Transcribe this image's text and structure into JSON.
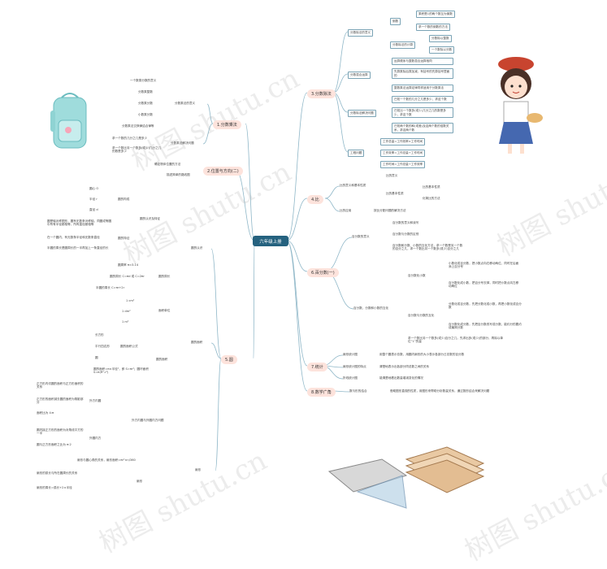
{
  "center": "六年级上册",
  "watermark": {
    "top_left": "树图 shutu.cn",
    "left": "树图 shutu.cn",
    "right": "树图 shutu.cn",
    "bottom_left": "树图 shutu.cn",
    "bottom_right": "树图 shutu.cn"
  },
  "colors": {
    "center_bg": "#25627f",
    "branch_line": "#8fb7c8",
    "pill_bg": "#fde3dc",
    "box_border": "#7aa3b5"
  },
  "left": {
    "b1": {
      "label": "1.分数乘法",
      "s1": {
        "label": "分数乘法的意义",
        "items": [
          "一个数乘分数的意义",
          "分数乘整数",
          "分数乘分数",
          "小数乘分数",
          "分数乘法交换律结合律等"
        ]
      },
      "s2": {
        "label": "分数乘法解决问题",
        "items": [
          "求一个数的几分之几是多少",
          "求一个数比另一个数多(或少)几分之几的数是多少"
        ]
      }
    },
    "b2": {
      "label": "2.位置与方向(二)",
      "items": [
        "确定物体位置的方法",
        "描述简单的路线图"
      ]
    },
    "b5": {
      "label": "5.圆",
      "s1": {
        "label": "圆的认识",
        "s1a": {
          "label": "圆的认识及特征",
          "g1": {
            "label": "圆的构成",
            "items": [
              "圆心 O",
              "半径 r",
              "直径 d"
            ]
          },
          "g2": {
            "label": "圆的特征",
            "items": [
              "圆是轴对称图形，圆有无数条对称轴，同圆或等圆中所有半径都相等，所有直径都相等",
              "在一个圆内，有无数条半径和无数条直径",
              "半圆的周长是圆周长的一半再加上一条直径的长"
            ]
          }
        },
        "s1b": {
          "label": "圆的周长",
          "items": [
            "圆周率 π≈3.14",
            "圆的周长 C=πd 或 C=2πr",
            "半圆的周长 C=πr+2r"
          ]
        }
      },
      "s2": {
        "label": "圆的面积",
        "s2a": {
          "label": "面积单位",
          "items": [
            "1 cm²",
            "1 dm²",
            "1 m²"
          ]
        },
        "s2b": {
          "label": "圆的面积",
          "g": {
            "label": "圆的面积公式",
            "items": [
              "长方形",
              "平行四边形",
              "圆"
            ]
          },
          "note": "圆的面积=π×半径²，即 S=πr²；圆环面积 S=π(R²-r²)"
        }
      },
      "s3": {
        "label": "扇形",
        "s3a": {
          "label": "外方内圆与外圆内方问题",
          "g1": {
            "label": "外方内圆",
            "items": [
              "正方形内切圆的面积与正方形面积的关系",
              "正方形的面积减去圆的面积为阴影部分",
              "面积比为 4:π"
            ]
          },
          "g2": {
            "label": "外圆内方",
            "items": [
              "圆内接正方形的面积为对角线平方的一半",
              "圆与正方形面积之比为 π:2"
            ]
          }
        },
        "s3b": {
          "label": "扇形",
          "items": [
            "扇形与圆心角的关系，扇形面积=πr²×n/360",
            "扇形的弧长与所在圆周长的关系",
            "扇形的周长=弧长+2×半径"
          ]
        }
      }
    }
  },
  "right": {
    "b3": {
      "label": "3.分数除法",
      "s1": {
        "label": "分数除法的意义",
        "a": {
          "label": "倒数",
          "items": [
            "乘积是1的两个数互为倒数",
            "求一个数的倒数的方法"
          ]
        },
        "b": {
          "label": "分数除法的计算",
          "items": [
            "分数除以整数",
            "一个数除以分数"
          ]
        }
      },
      "s2": {
        "label": "分数混合运算",
        "items": [
          "运算顺序与整数混合运算相同",
          "先算乘除后算加减，有括号的先算括号里面的",
          "整数乘法运算定律同样适用于分数乘法"
        ]
      },
      "s3": {
        "label": "分数除法解决问题",
        "items": [
          "已知一个数的几分之几是多少，求这个数",
          "已知比一个数多(或少)几分之几的数是多少，求这个数",
          "已知两个数的和(或差)及这两个数的倍数关系，求这两个数"
        ]
      },
      "s4": {
        "label": "工程问题",
        "items": [
          "工作总量=工作效率×工作时间",
          "工作效率=工作总量÷工作时间",
          "工作时间=工作总量÷工作效率"
        ]
      }
    },
    "b4": {
      "label": "4.比",
      "s1": {
        "label": "比的意义和基本性质",
        "items": [
          "比的意义",
          "比的基本性质"
        ],
        "sub": [
          "比的基本性质",
          "化简比的方法"
        ]
      },
      "s2": {
        "label": "比的应用",
        "items": [
          "按比分配问题的解决方法"
        ]
      }
    },
    "b6": {
      "label": "6.百分数(一)",
      "s1": {
        "label": "百分数的意义",
        "items": [
          "百分数的意义和读写",
          "百分数与分数的区别",
          "百分数和分数、小数的互化方法，求一个数是另一个数的百分之几，求一个数比另一个数多(或少)百分之几"
        ]
      },
      "s2": {
        "label": "百分数、分数和小数的互化",
        "g1": {
          "label": "百分数化小数",
          "items": [
            "小数化成百分数，把小数点向右移动两位，同时在后面添上百分号",
            "百分数化成小数，把百分号去掉，同时把小数点向左移动两位"
          ]
        },
        "g2": {
          "label": "百分数与分数的互化",
          "items": [
            "分数化成百分数，先把分数化成小数，再把小数化成百分数",
            "百分数化成分数，先把百分数改写成分数，能约分的要约成最简分数"
          ]
        },
        "note": "求一个数比另一个数多(或少)百分之几，先求出多(或少)的部分，再除以单位“1”的量"
      }
    },
    "b7": {
      "label": "7.统计",
      "items": [
        {
          "k": "扇形统计图",
          "v": "用整个圆表示总数，用圆内扇形的大小表示各部分占总数的百分数"
        },
        {
          "k": "扇形统计图的特点",
          "v": "清楚地表示出各部分同总数之间的关系"
        },
        {
          "k": "折线统计图",
          "v": "能清楚地看出数量增减变化的情况"
        }
      ]
    },
    "b8": {
      "label": "8.数学广角",
      "items": [
        {
          "k": "数与形的结合",
          "v": "借助图形直观的性质，用图形来帮助分析数量关系，通过数形结合来解决问题"
        }
      ]
    }
  }
}
